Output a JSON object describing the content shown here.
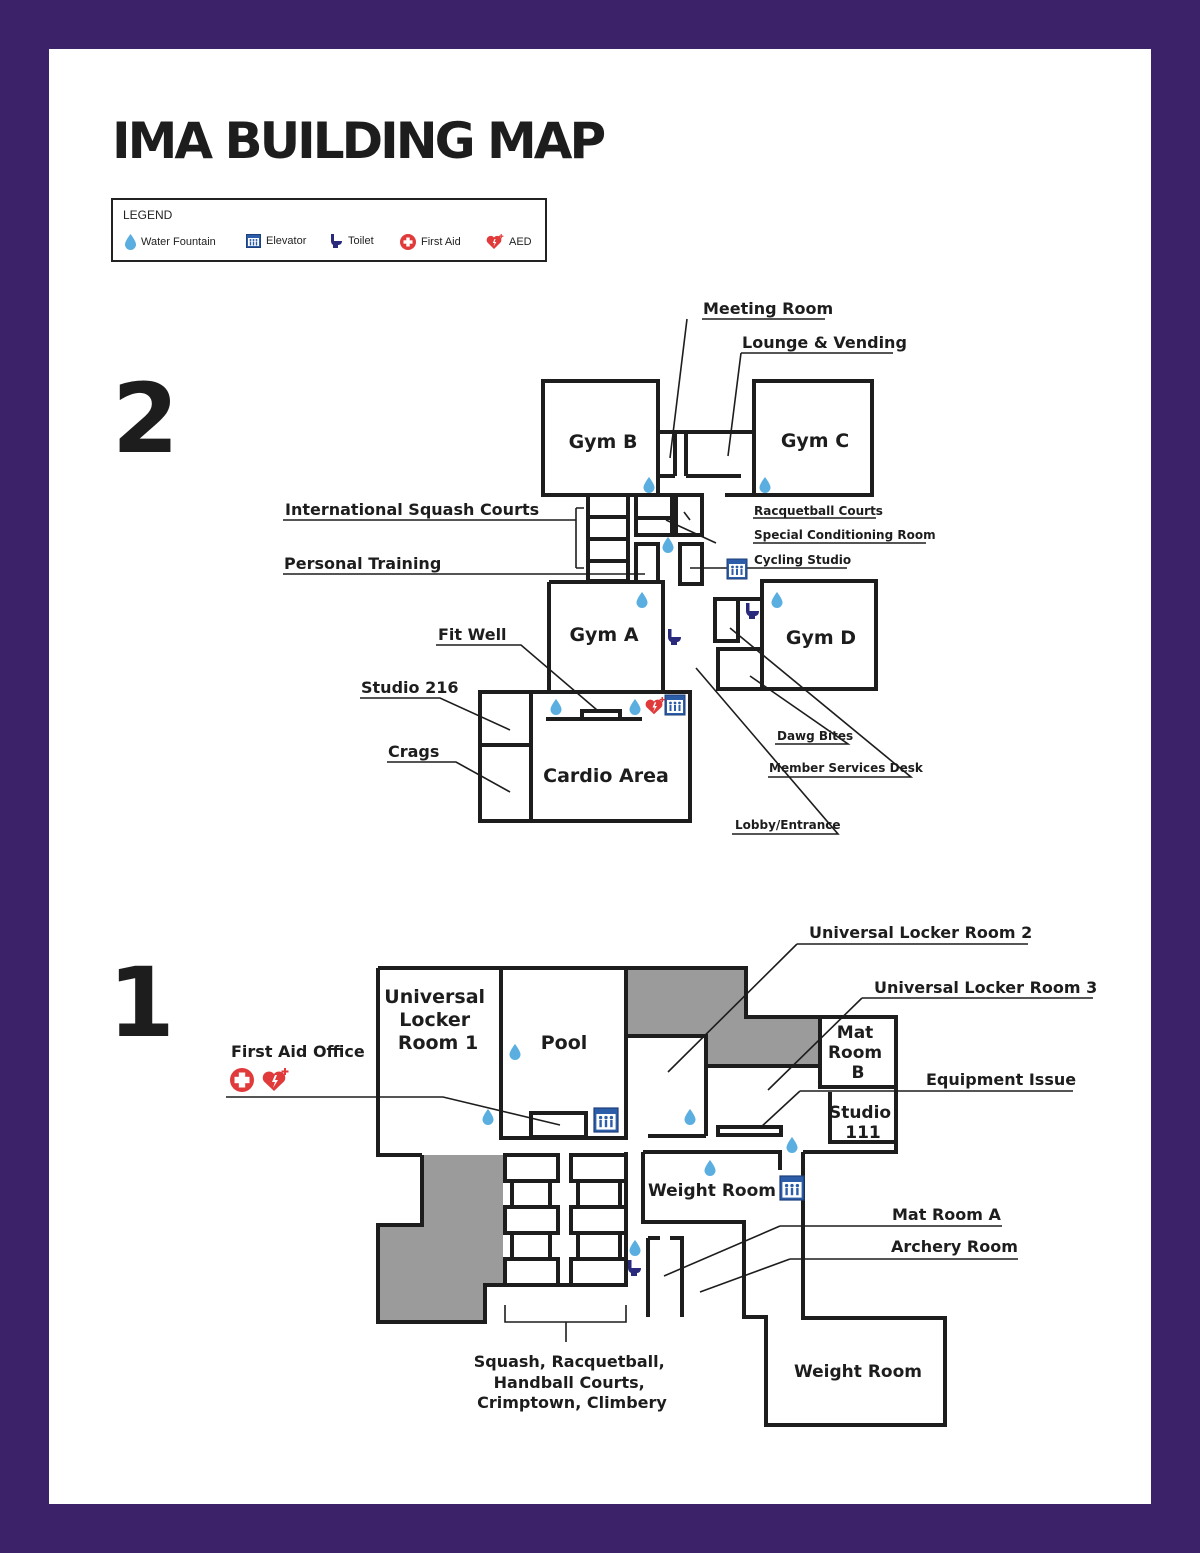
{
  "title": "IMA BUILDING MAP",
  "legend": {
    "title": "LEGEND",
    "items": [
      {
        "label": "Water Fountain",
        "icon": "water-drop-icon"
      },
      {
        "label": "Elevator",
        "icon": "elevator-icon"
      },
      {
        "label": "Toilet",
        "icon": "toilet-icon"
      },
      {
        "label": "First Aid",
        "icon": "first-aid-icon"
      },
      {
        "label": "AED",
        "icon": "aed-heart-icon"
      }
    ]
  },
  "colors": {
    "border": "#3b2269",
    "water": "#5aaee0",
    "elevator": "#2c5da8",
    "toilet": "#2a2a7c",
    "first_aid": "#e03a3a",
    "restricted": "#9b9b9b"
  },
  "floor2": {
    "number": "2",
    "rooms": {
      "gym_b": "Gym B",
      "gym_c": "Gym C",
      "gym_a": "Gym A",
      "gym_d": "Gym D",
      "cardio": "Cardio Area"
    },
    "callouts": {
      "meeting_room": "Meeting Room",
      "lounge": "Lounge & Vending",
      "squash": "International Squash Courts",
      "personal_training": "Personal Training",
      "racquetball": "Racquetball Courts",
      "special_conditioning": "Special Conditioning Room",
      "cycling": "Cycling Studio",
      "fit_well": "Fit Well",
      "studio_216": "Studio 216",
      "crags": "Crags",
      "dawg_bites": "Dawg Bites",
      "member_services": "Member Services Desk",
      "lobby": "Lobby/Entrance"
    }
  },
  "floor1": {
    "number": "1",
    "rooms": {
      "ulr1": [
        "Universal",
        "Locker",
        "Room 1"
      ],
      "pool": "Pool",
      "mat_room_b": [
        "Mat",
        "Room",
        "B"
      ],
      "studio_111": [
        "Studio",
        "111"
      ],
      "weight_room_upper": "Weight Room",
      "weight_room_lower": "Weight Room"
    },
    "callouts": {
      "ulr2": "Universal Locker Room 2",
      "ulr3": "Universal Locker Room 3",
      "first_aid_office": "First Aid Office",
      "equipment_issue": "Equipment Issue",
      "mat_room_a": "Mat Room A",
      "archery": "Archery Room",
      "courts": [
        "Squash, Racquetball,",
        "Handball Courts,",
        "Crimptown, Climbery"
      ]
    }
  }
}
